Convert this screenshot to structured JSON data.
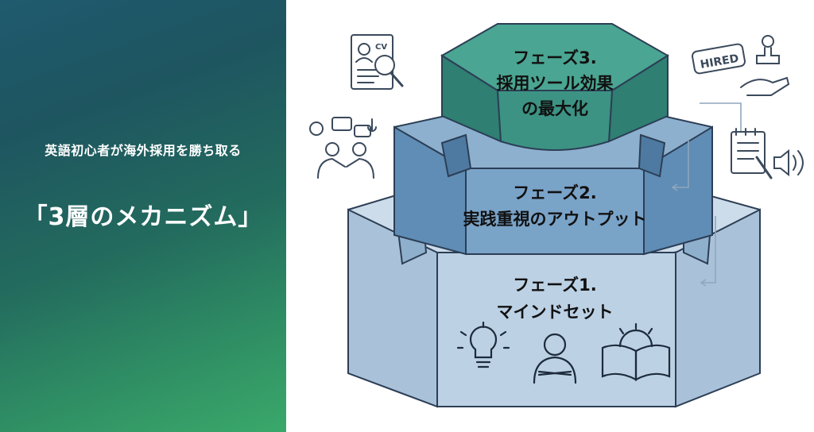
{
  "left_panel": {
    "subtitle": "英語初心者が海外採用を勝ち取る",
    "title": "「3層のメカニズム」"
  },
  "phases": [
    {
      "lines": [
        "フェーズ1.",
        "マインドセット"
      ]
    },
    {
      "lines": [
        "フェーズ2.",
        "実践重視のアウトプット"
      ]
    },
    {
      "lines": [
        "フェーズ3.",
        "採用ツール効果",
        "の最大化"
      ]
    }
  ],
  "icons": {
    "cv_label": "CV",
    "hired_label": "HIRED"
  },
  "colors": {
    "panel_gradient_start": "#1f5a6e",
    "panel_gradient_end": "#3aa86a",
    "tier1_fill": "#b9cfe2",
    "tier2_fill": "#6f9cc0",
    "tier3_fill": "#3f9a8a",
    "outline": "#2c3e55"
  }
}
